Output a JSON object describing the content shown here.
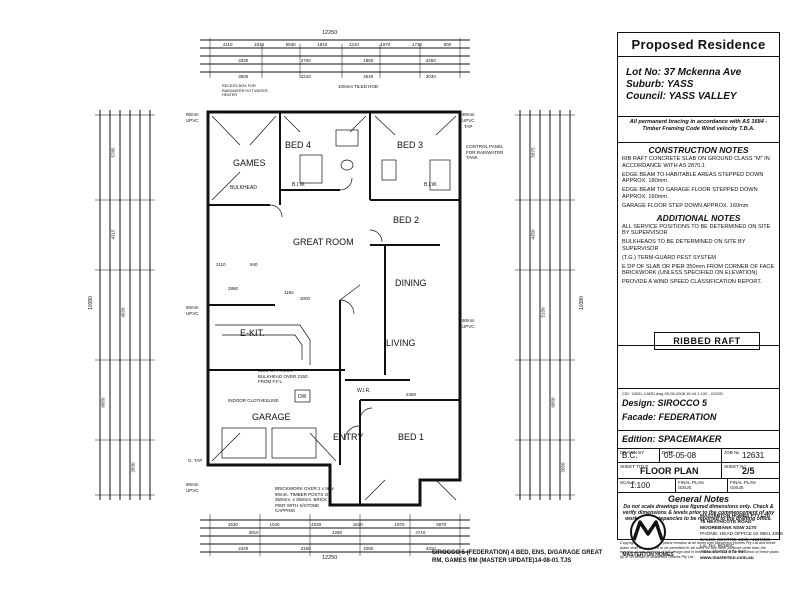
{
  "title_block": {
    "heading": "Proposed Residence",
    "lot": "Lot No: 37 Mckenna Ave",
    "suburb": "Suburb: YASS",
    "council": "Council: YASS VALLEY",
    "bracing_note": "All permanent bracing in accordance with AS 1684 - Timber Framing Code Wind velocity T.B.A.",
    "construction_heading": "CONSTRUCTION NOTES",
    "construction_notes": [
      "RIB RAFT CONCRETE SLAB ON GROUND CLASS \"M\" IN ACCORDANCE WITH AS 2870.1",
      "EDGE BEAM TO HABITABLE AREAS STEPPED DOWN APPROX. 180mm.",
      "EDGE BEAM TO GARAGE FLOOR STEPPED DOWN APPROX. 160mm.",
      "GARAGE FLOOR STEP DOWN APPROX. 160mm"
    ],
    "additional_heading": "ADDITIONAL NOTES",
    "additional_notes": [
      "ALL SERVICE POSITIONS TO BE DETERMINED ON SITE BY SUPERVISOR",
      "BULKHEADS TO BE DETERMINED ON SITE BY SUPERVISOR",
      "(T.G.) TERM-GUARD PEST SYSTEM",
      "E DP OF SLAB OR PIER 350mm FROM CORNER OF FACE BRICKWORK (UNLESS SPECIFIED ON ELEVATION)",
      "PROVIDE A WIND SPEED CLASSIFICATION REPORT."
    ],
    "ribbed_raft": "RIBBED RAFT",
    "file_ref": "CID: 12631-CARD.dwg 05-05-2008 15:44 1:100 - GOOD",
    "design": "Design: SIROCCO 5",
    "facade": "Facade: FEDERATION",
    "edition": "Edition: SPACEMAKER",
    "cells": {
      "drawn_by_label": "DRAWN BY",
      "drawn_by": "B.C.",
      "date_label": "DATE",
      "date": "05-05-08",
      "job_label": "JOB №",
      "job": "12631",
      "sheet_title_label": "SHEET TITLE",
      "sheet_title": "FLOOR PLAN",
      "sheet_no_label": "SHEET No",
      "sheet_no": "2/5",
      "scale_label": "SCALE",
      "scale": "1:100",
      "final_plan_label": "FINAL PLAN ISSUE",
      "final_plan": "",
      "final_plan_label2": "FINAL PLAN ISSUE",
      "final_plan2": ""
    },
    "general_heading": "General Notes",
    "general_notes_bold": "Do not scale drawings use figured dimensions only. Check & verify dimensions & levels prior to the commencement of any work. All discrepancies to be reported to the drafting office.",
    "copyright": "Copyright in and to these plans remains at all times with Masterton Homes Pty Ltd and these plans shall not be used or be permitted to be used for any other purpose other than the erection of one dwelling of the design and in the location set out in the title block of these plans by or on behalf of Masterton Homes Pty Ltd",
    "company": "MASTERTON HOMES PTY LTD",
    "address1": "76 HEATHCOTE ROAD",
    "address2": "MOOREBANK NSW 2170",
    "phone": "PHONE: HEAD OFFICE 02 9601 4088",
    "sales": "SALES CENTRE 1300 ANDMES",
    "lic": "Lic. No: 56360C",
    "abn": "ABN. 50 003 971 947",
    "web": "www.masterton.com.au",
    "logo_text": "MASTERTON HOMES"
  },
  "bottom_note": "SIROCCO 5 (FEDERATION) 4 BED, ENS, D/GARAGE GREAT RM, GAMES RM (MASTER UPDATE)14-08-01 TJS",
  "rooms": {
    "games": "GAMES",
    "bed4": "BED 4",
    "bed3": "BED 3",
    "bed2": "BED 2",
    "great_room": "GREAT ROOM",
    "dining": "DINING",
    "living": "LIVING",
    "ekit": "E-KIT.",
    "garage": "GARAGE",
    "entry": "ENTRY",
    "bed1": "BED 1",
    "bw1": "B.I.W.",
    "bw2": "B.I.W.",
    "wir": "W.I.R.",
    "bulkhead": "BULKHEAD",
    "dw": "DW",
    "indoor_clothesline": "INDOOR CLOTHESLINE",
    "gypsum": "650w GYPROCK BULKHEAD OVER 2150 FROM F.F.L.",
    "tiled_hob": "100mm TILED HOB",
    "control_panel": "CONTROL PANEL FOR RAINWATER TANK",
    "recess": "RECESS BOX FOR RAINWATER HOT WATER HEATER",
    "brickwork": "BRICKWORK OVER 2 x 90 x 90mm. TIMBER POSTS ON 350mm. x 350mm. BRICK PIER WITH S/STONE CAPPING",
    "upvc1": "90mm UPVC",
    "upvc2": "90mm UPVC",
    "upvc3": "90mm UPVC",
    "upvc4": "90mm UPVC",
    "upvc5": "90mm UPVC",
    "g_tap": "G. TAP",
    "tap": "TAP"
  },
  "dims": {
    "overall_top": "12250",
    "overall_bottom": "12250",
    "top_row1": [
      "4110",
      "1810",
      "5530",
      "1810",
      "1210",
      "1870",
      "1730",
      "900"
    ],
    "top_row2": [
      "3330",
      "2700",
      "1850",
      "3260"
    ],
    "top_row3": [
      "3600",
      "2210",
      "4540",
      "3030"
    ],
    "bottom_row1": [
      "1530",
      "1040",
      "4030",
      "1810",
      "1970",
      "3870"
    ],
    "bottom_row2": [
      "3910",
      "4260",
      "4710"
    ],
    "bottom_row3": [
      "2420",
      "3160",
      "4280",
      "4310"
    ],
    "left_overall": "10380",
    "right_overall": "10380",
    "left_dims": [
      "5785",
      "4315",
      "4550",
      "6850",
      "2830"
    ],
    "right_dims": [
      "5875",
      "4350",
      "5150",
      "6850",
      "2050"
    ],
    "interior": [
      "2110",
      "940",
      "2860",
      "1160",
      "3000",
      "2360"
    ]
  }
}
